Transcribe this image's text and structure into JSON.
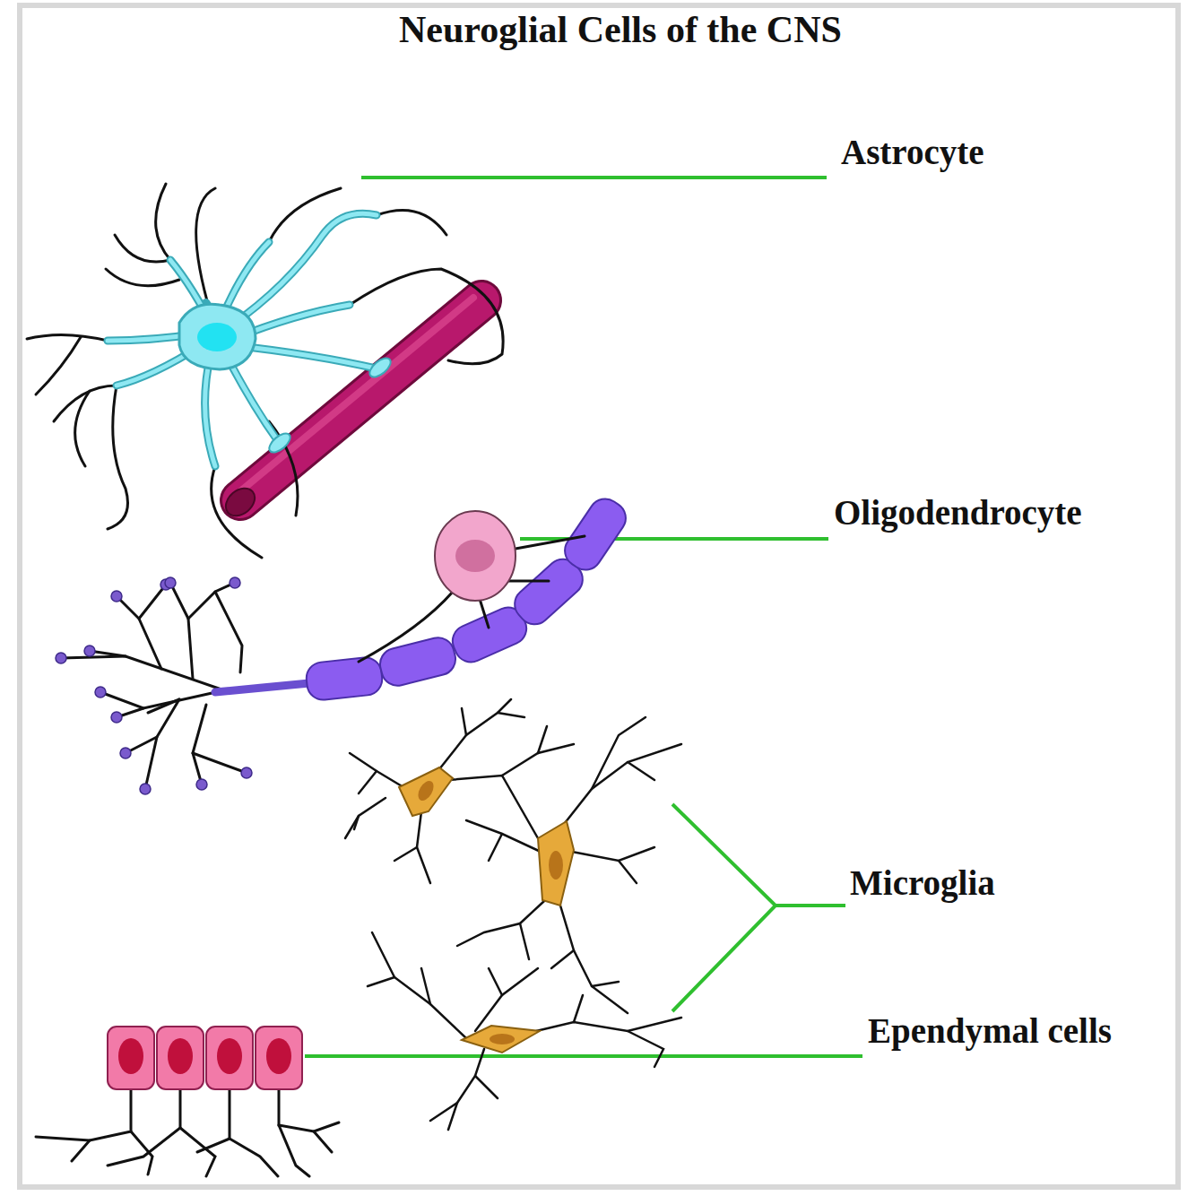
{
  "diagram": {
    "title": "Neuroglial Cells of the CNS",
    "labels": [
      "Astrocyte",
      "Oligodendrocyte",
      "Microglia",
      "Ependymal cells"
    ]
  }
}
